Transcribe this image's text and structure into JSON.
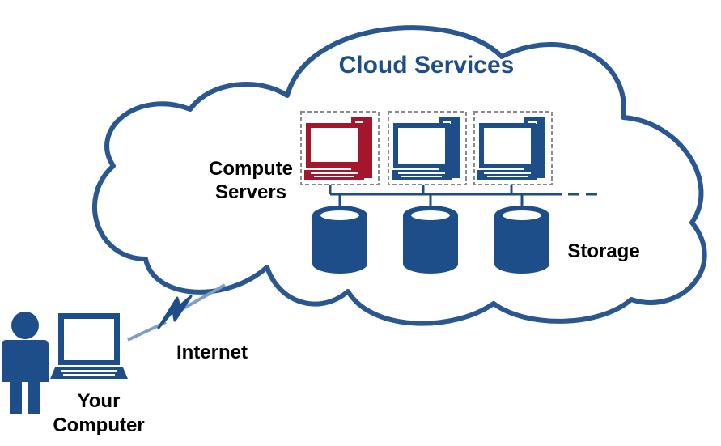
{
  "diagram": {
    "title": "Cloud Services",
    "labels": {
      "compute_line1": "Compute",
      "compute_line2": "Servers",
      "storage": "Storage",
      "internet": "Internet",
      "your_line1": "Your",
      "your_line2": "Computer"
    },
    "nodes": [
      {
        "id": "server-1",
        "type": "compute-server",
        "highlighted": true
      },
      {
        "id": "server-2",
        "type": "compute-server",
        "highlighted": false
      },
      {
        "id": "server-3",
        "type": "compute-server",
        "highlighted": false
      },
      {
        "id": "storage-1",
        "type": "storage-cylinder"
      },
      {
        "id": "storage-2",
        "type": "storage-cylinder"
      },
      {
        "id": "storage-3",
        "type": "storage-cylinder"
      },
      {
        "id": "user",
        "type": "person"
      },
      {
        "id": "user-laptop",
        "type": "laptop"
      }
    ],
    "colors": {
      "primary": "#1d4e8a",
      "highlight": "#a3162b",
      "cloud_stroke": "#2a578f",
      "link": "#7f9fc6",
      "text": "#000000"
    }
  }
}
